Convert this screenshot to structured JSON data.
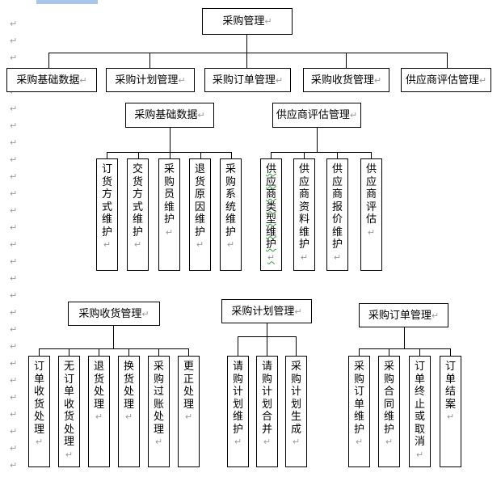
{
  "document": {
    "type": "org-chart",
    "title": "采购管理",
    "top_highlight_visible": true,
    "pilcrow": "↵"
  },
  "root": {
    "label": "采购管理"
  },
  "level2": [
    {
      "label": "采购基础数据"
    },
    {
      "label": "采购计划管理"
    },
    {
      "label": "采购订单管理"
    },
    {
      "label": "采购收货管理"
    },
    {
      "label": "供应商评估管理"
    }
  ],
  "groups": [
    {
      "id": "purchase-basic-data",
      "parent": "采购基础数据",
      "children": [
        {
          "label": "订货方式维护",
          "misspelled": false
        },
        {
          "label": "交货方式维护",
          "misspelled": false
        },
        {
          "label": "采购员维护",
          "misspelled": false
        },
        {
          "label": "退货原因维护",
          "misspelled": false
        },
        {
          "label": "采购系统维护",
          "misspelled": false
        }
      ]
    },
    {
      "id": "supplier-evaluation",
      "parent": "供应商评估管理",
      "children": [
        {
          "label": "供应商类型维护",
          "misspelled": true
        },
        {
          "label": "供应商资料维护",
          "misspelled": false
        },
        {
          "label": "供应商报价维护",
          "misspelled": false
        },
        {
          "label": "供应商评估",
          "misspelled": false
        }
      ]
    },
    {
      "id": "purchase-receiving",
      "parent": "采购收货管理",
      "children": [
        {
          "label": "订单收货处理",
          "misspelled": false
        },
        {
          "label": "无订单收货处理",
          "misspelled": false
        },
        {
          "label": "退货处理",
          "misspelled": false
        },
        {
          "label": "换货处理",
          "misspelled": false
        },
        {
          "label": "采购过账处理",
          "misspelled": false
        },
        {
          "label": "更正处理",
          "misspelled": false
        }
      ]
    },
    {
      "id": "purchase-planning",
      "parent": "采购计划管理",
      "children": [
        {
          "label": "请购计划维护",
          "misspelled": false
        },
        {
          "label": "请购计划合并",
          "misspelled": false
        },
        {
          "label": "采购计划生成",
          "misspelled": false
        }
      ]
    },
    {
      "id": "purchase-order",
      "parent": "采购订单管理",
      "children": [
        {
          "label": "采购订单维护",
          "misspelled": false
        },
        {
          "label": "采购合同维护",
          "misspelled": false
        },
        {
          "label": "订单终止或取消",
          "misspelled": false
        },
        {
          "label": "订单结案",
          "misspelled": false
        }
      ]
    }
  ],
  "colors": {
    "line": "#000000",
    "box_border": "#000000",
    "background": "#ffffff",
    "pilcrow": "#9a9a9a",
    "highlight": "#a8c6ea",
    "spellcheck": "#2f9e2f"
  }
}
